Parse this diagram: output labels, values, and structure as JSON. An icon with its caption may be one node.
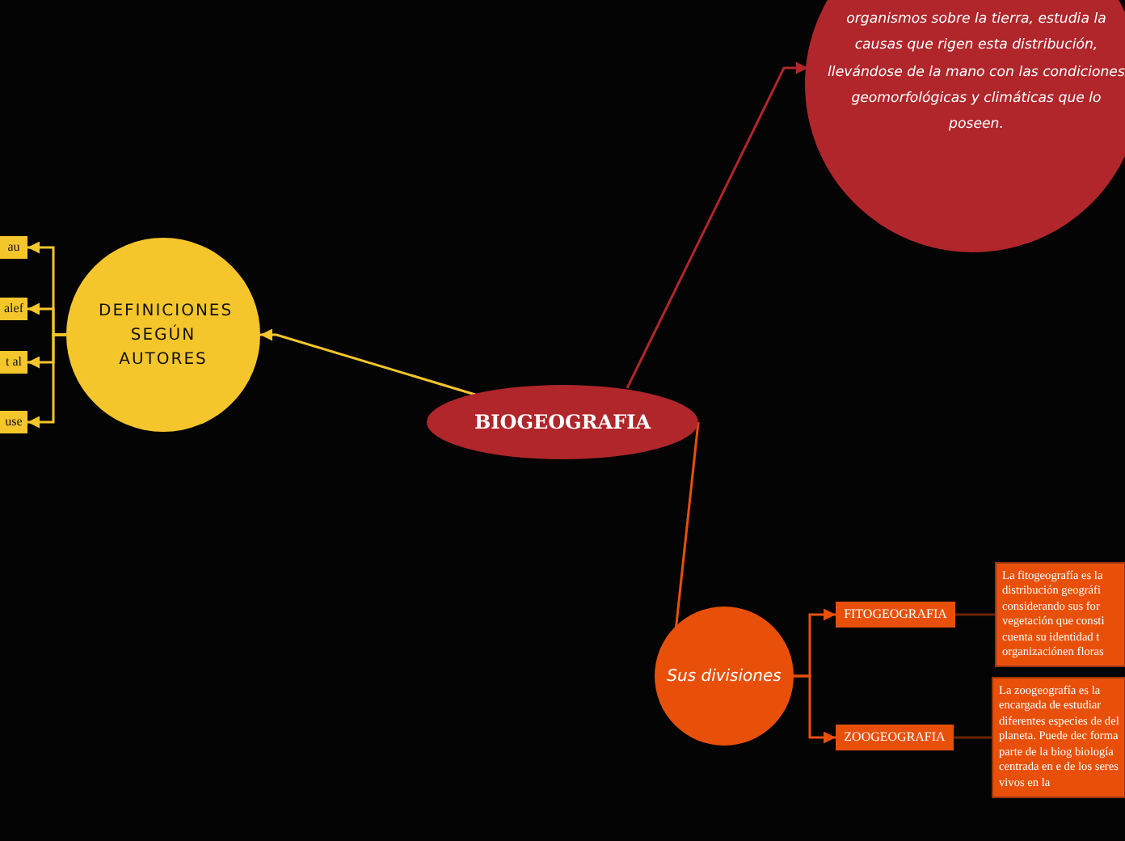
{
  "diagram": {
    "nodes": [
      {
        "text": [
          "BIOGEOGRAFIA"
        ]
      },
      {
        "text": [
          "organismos sobre la tierra, estudia la causas que rigen esta distribución, llevándose de la mano con las condiciones geomorfológicas y climáticas que lo poseen."
        ]
      },
      {
        "text": [
          "DEFINICIONES SEGÚN AUTORES"
        ]
      },
      {
        "text": [
          "au"
        ]
      },
      {
        "text": [
          "alef"
        ]
      },
      {
        "text": [
          "t al"
        ]
      },
      {
        "text": [
          "use"
        ]
      },
      {
        "text": [
          "Sus divisiones"
        ]
      },
      {
        "text": [
          "FITOGEOGRAFIA"
        ]
      },
      {
        "text": [
          "ZOOGEOGRAFIA"
        ]
      },
      {
        "text": [
          "La fitogeografía es la distribución geográfi considerando sus for vegetación que consti cuenta su identidad t organizaciónen floras"
        ]
      },
      {
        "text": [
          "La zoogeografía es la encargada de estudiar diferentes especies de del planeta. Puede dec forma parte de la biog biología centrada en e de los seres vivos en la"
        ]
      }
    ],
    "edges": [
      {
        "from": 0,
        "to": 1,
        "arrow": "to",
        "color": "#b0262b"
      },
      {
        "from": 0,
        "to": 2,
        "arrow": "to",
        "color": "#f5c62c"
      },
      {
        "from": 2,
        "to": 3,
        "arrow": "to",
        "color": "#f5c62c"
      },
      {
        "from": 2,
        "to": 4,
        "arrow": "to",
        "color": "#f5c62c"
      },
      {
        "from": 2,
        "to": 5,
        "arrow": "to",
        "color": "#f5c62c"
      },
      {
        "from": 2,
        "to": 6,
        "arrow": "to",
        "color": "#f5c62c"
      },
      {
        "from": 0,
        "to": 7,
        "arrow": "to",
        "color": "#e8500a"
      },
      {
        "from": 7,
        "to": 8,
        "arrow": "to",
        "color": "#e8500a"
      },
      {
        "from": 7,
        "to": 9,
        "arrow": "to",
        "color": "#e8500a"
      },
      {
        "from": 8,
        "to": 10,
        "arrow": "none",
        "color": "#6b2408"
      },
      {
        "from": 9,
        "to": 11,
        "arrow": "none",
        "color": "#6b2408"
      }
    ]
  }
}
